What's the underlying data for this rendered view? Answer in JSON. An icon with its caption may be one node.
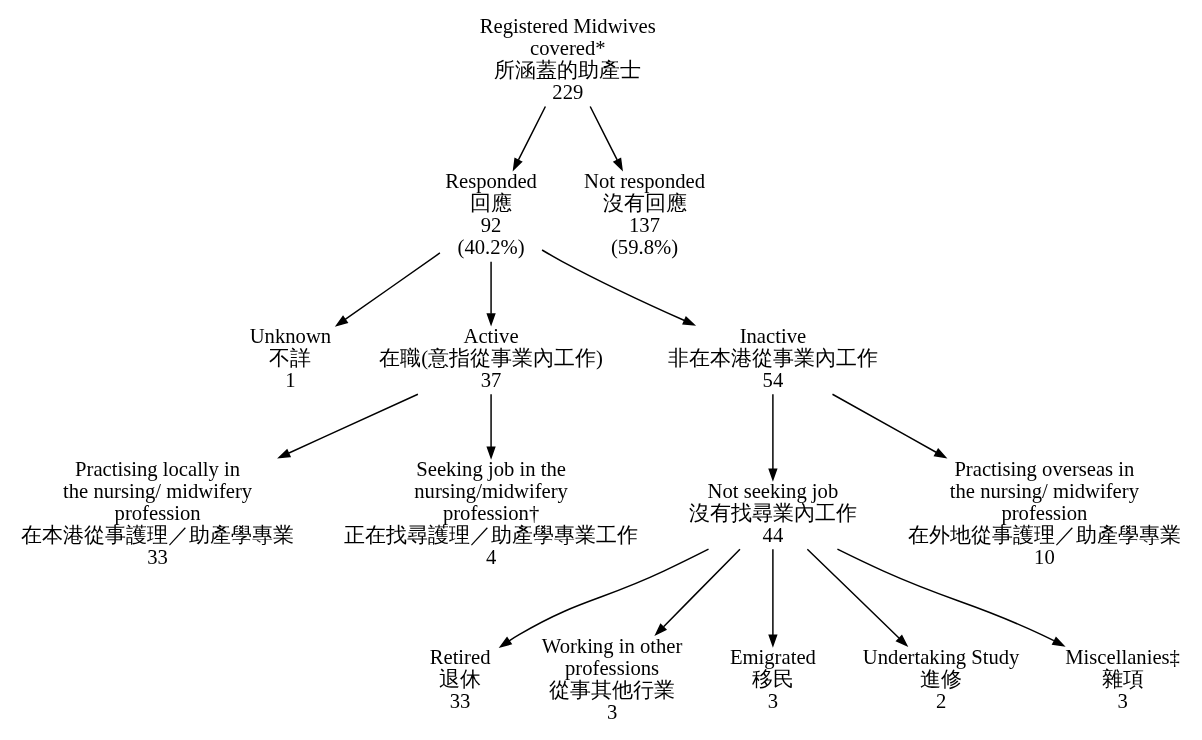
{
  "diagram": {
    "nodes": [
      {
        "text": [
          "Registered Midwives covered*",
          "所涵蓋的助產士",
          "229"
        ]
      },
      {
        "text": [
          "Responded",
          "回應",
          "92",
          "(40.2%)"
        ]
      },
      {
        "text": [
          "Not responded",
          "沒有回應",
          "137",
          "(59.8%)"
        ]
      },
      {
        "text": [
          "Unknown",
          "不詳",
          "1"
        ]
      },
      {
        "text": [
          "Active",
          "在職(意指從事業內工作)",
          "37"
        ]
      },
      {
        "text": [
          "Inactive",
          "非在本港從事業內工作",
          "54"
        ]
      },
      {
        "text": [
          "Practising locally in the nursing/ midwifery profession",
          "在本港從事護理／助產學專業",
          "33"
        ]
      },
      {
        "text": [
          "Seeking job in the nursing/midwifery profession†",
          "正在找尋護理／助產學專業工作",
          "4"
        ]
      },
      {
        "text": [
          "Not seeking job",
          "沒有找尋業內工作",
          "44"
        ]
      },
      {
        "text": [
          "Practising overseas in the nursing/ midwifery profession",
          "在外地從事護理／助產學專業",
          "10"
        ]
      },
      {
        "text": [
          "Retired",
          "退休",
          "33"
        ]
      },
      {
        "text": [
          "Working in other professions",
          "從事其他行業",
          "3"
        ]
      },
      {
        "text": [
          "Emigrated",
          "移民",
          "3"
        ]
      },
      {
        "text": [
          "Undertaking Study",
          "進修",
          "2"
        ]
      },
      {
        "text": [
          "Miscellanies‡",
          "雜項",
          "3"
        ]
      }
    ],
    "edges": [
      {
        "from": 0,
        "to": 1,
        "arrow": "to"
      },
      {
        "from": 0,
        "to": 2,
        "arrow": "to"
      },
      {
        "from": 1,
        "to": 3,
        "arrow": "to"
      },
      {
        "from": 1,
        "to": 4,
        "arrow": "to"
      },
      {
        "from": 1,
        "to": 5,
        "arrow": "to"
      },
      {
        "from": 4,
        "to": 6,
        "arrow": "to"
      },
      {
        "from": 4,
        "to": 7,
        "arrow": "to"
      },
      {
        "from": 5,
        "to": 8,
        "arrow": "to"
      },
      {
        "from": 5,
        "to": 9,
        "arrow": "to"
      },
      {
        "from": 8,
        "to": 10,
        "arrow": "to"
      },
      {
        "from": 8,
        "to": 11,
        "arrow": "to"
      },
      {
        "from": 8,
        "to": 12,
        "arrow": "to"
      },
      {
        "from": 8,
        "to": 13,
        "arrow": "to"
      },
      {
        "from": 8,
        "to": 14,
        "arrow": "to"
      }
    ]
  }
}
